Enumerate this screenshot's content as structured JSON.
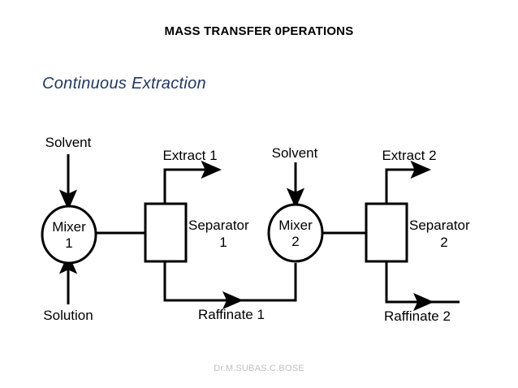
{
  "slide": {
    "title": "MASS TRANSFER 0PERATIONS",
    "subtitle": "Continuous Extraction",
    "footer": "Dr.M.SUBAS.C.BOSE",
    "title_color": "#000000",
    "subtitle_color": "#1f3864",
    "footer_color": "#c0c0c0",
    "background_color": "#ffffff",
    "line_color": "#000000"
  },
  "diagram": {
    "name": "continuous-extraction-flow-diagram",
    "stage1": {
      "mixer_label_line1": "Mixer",
      "mixer_label_line2": "1",
      "separator_label_line1": "Separator",
      "separator_label_line2": "1",
      "feed_solvent": "Solvent",
      "feed_solution": "Solution",
      "product_extract": "Extract 1",
      "product_raffinate": "Raffinate 1"
    },
    "stage2": {
      "mixer_label_line1": "Mixer",
      "mixer_label_line2": "2",
      "separator_label_line1": "Separator",
      "separator_label_line2": "2",
      "feed_solvent": "Solvent",
      "product_extract": "Extract 2",
      "product_raffinate": "Raffinate 2"
    }
  }
}
